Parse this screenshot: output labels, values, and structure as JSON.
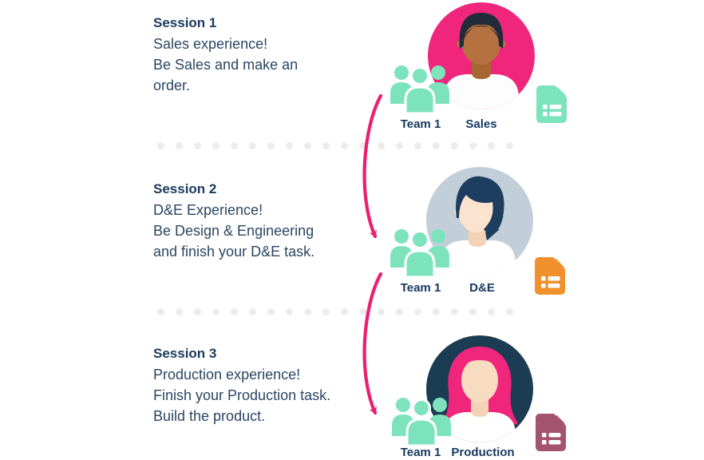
{
  "canvas": {
    "background": "#ffffff"
  },
  "colors": {
    "title_text": "#1b3a5c",
    "body_text": "#2b4663",
    "label_text": "#16395f",
    "arrow": "#ec1f6e",
    "separator_dot": "#ececec",
    "team_icon": "#7de3bd"
  },
  "sessions": [
    {
      "title": "Session 1",
      "lines": [
        "Sales experience!",
        "Be Sales and make an",
        "order."
      ],
      "team": "Team 1",
      "role": "Sales",
      "avatar": "man-dark-hair-pink-background",
      "avatar_bg": "#f0257c",
      "doc_color": "#7de3bd"
    },
    {
      "title": "Session 2",
      "lines": [
        "D&E Experience!",
        "Be Design & Engineering",
        "and finish your D&E task."
      ],
      "team": "Team 1",
      "role": "D&E",
      "avatar": "woman-navy-bob-gray-background",
      "avatar_bg": "#c2cfd9",
      "doc_color": "#f0912d"
    },
    {
      "title": "Session 3",
      "lines": [
        "Production experience!",
        "Finish your Production task.",
        "Build the product."
      ],
      "team": "Team 1",
      "role": "Production",
      "avatar": "woman-pink-hair-navy-background",
      "avatar_bg": "#1c3c54",
      "doc_color": "#a4536f"
    }
  ]
}
